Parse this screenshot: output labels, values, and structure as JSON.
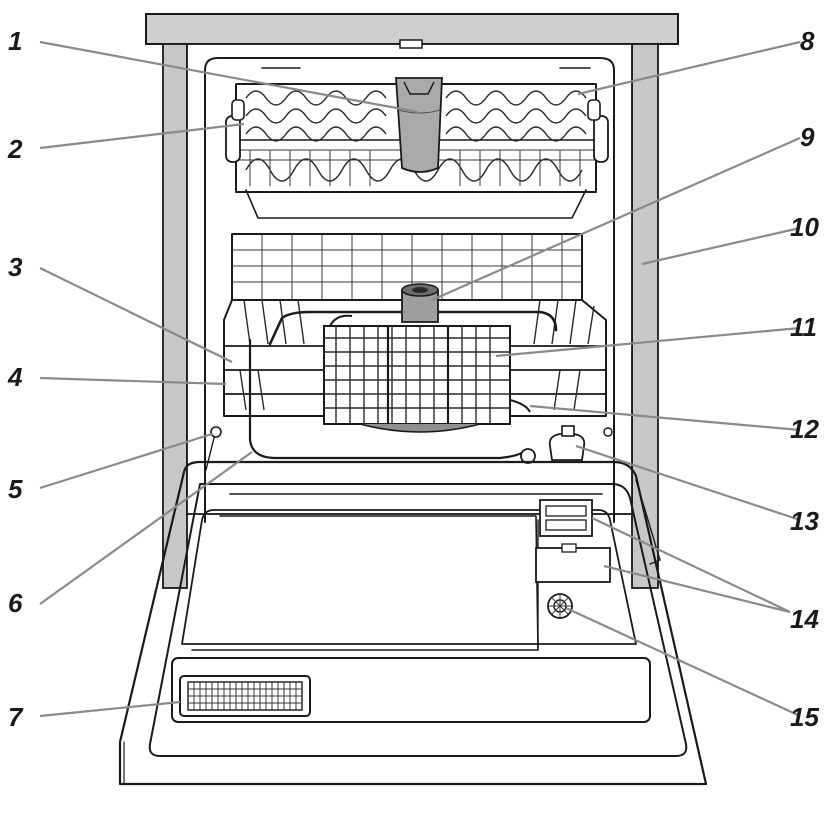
{
  "diagram": {
    "callouts": [
      {
        "id": "1",
        "label": "1"
      },
      {
        "id": "2",
        "label": "2"
      },
      {
        "id": "3",
        "label": "3"
      },
      {
        "id": "4",
        "label": "4"
      },
      {
        "id": "5",
        "label": "5"
      },
      {
        "id": "6",
        "label": "6"
      },
      {
        "id": "7",
        "label": "7"
      },
      {
        "id": "8",
        "label": "8"
      },
      {
        "id": "9",
        "label": "9"
      },
      {
        "id": "10",
        "label": "10"
      },
      {
        "id": "11",
        "label": "11"
      },
      {
        "id": "12",
        "label": "12"
      },
      {
        "id": "13",
        "label": "13"
      },
      {
        "id": "14",
        "label": "14"
      },
      {
        "id": "15",
        "label": "15"
      }
    ]
  },
  "colors": {
    "ink": "#1a1a1a",
    "leader": "#8a8a8a",
    "panel_gray": "#cfcfcf",
    "side_gray": "#c8c8c8"
  }
}
